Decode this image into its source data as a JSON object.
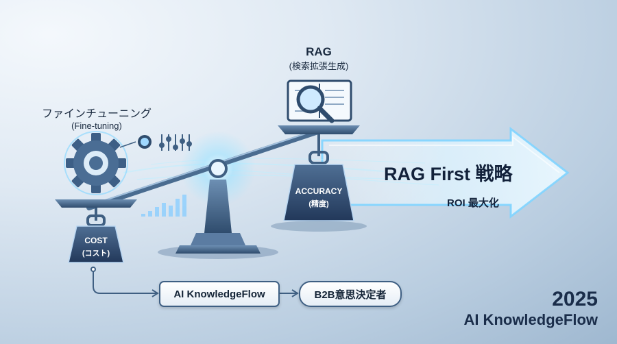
{
  "fine_tuning": {
    "title": "ファインチューニング",
    "subtitle": "(Fine-tuning)"
  },
  "rag": {
    "title": "RAG",
    "subtitle": "(検索拡張生成)"
  },
  "weights": {
    "cost": {
      "title": "COST",
      "subtitle": "(コスト)"
    },
    "accuracy": {
      "title": "ACCURACY",
      "subtitle": "(精度)"
    }
  },
  "arrow": {
    "title": "RAG First 戦略",
    "subtitle": "ROI 最大化"
  },
  "flow": {
    "step1": "AI KnowledgeFlow",
    "step2": "B2B意思決定者"
  },
  "footer": {
    "year": "2025",
    "brand": "AI KnowledgeFlow"
  },
  "colors": {
    "steel": "#3f5f82",
    "accent": "#6fd2ff",
    "dark": "#1b2b40"
  }
}
